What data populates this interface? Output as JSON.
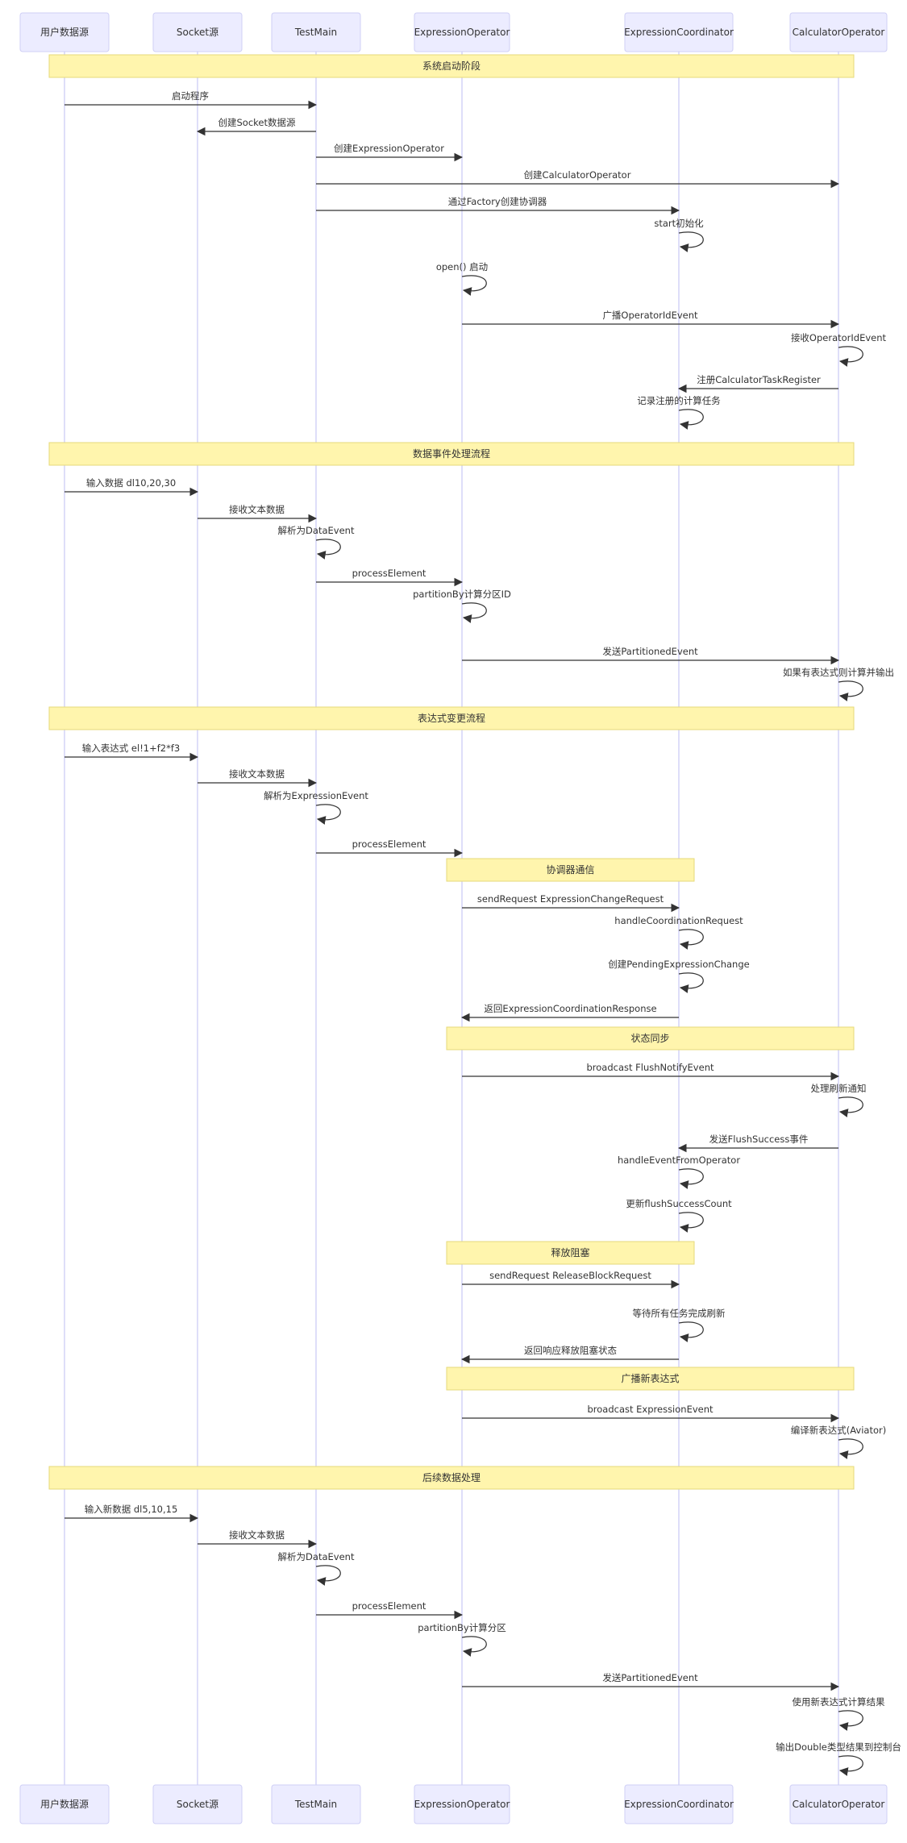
{
  "participants": [
    {
      "id": "user",
      "label": "用户数据源"
    },
    {
      "id": "socket",
      "label": "Socket源"
    },
    {
      "id": "testmain",
      "label": "TestMain"
    },
    {
      "id": "exprop",
      "label": "ExpressionOperator"
    },
    {
      "id": "coord",
      "label": "ExpressionCoordinator"
    },
    {
      "id": "calc",
      "label": "CalculatorOperator"
    }
  ],
  "steps": [
    {
      "kind": "note",
      "span": "all",
      "text": "系统启动阶段"
    },
    {
      "kind": "msg",
      "from": "user",
      "to": "testmain",
      "text": "启动程序"
    },
    {
      "kind": "msg",
      "from": "testmain",
      "to": "socket",
      "text": "创建Socket数据源"
    },
    {
      "kind": "msg",
      "from": "testmain",
      "to": "exprop",
      "text": "创建ExpressionOperator"
    },
    {
      "kind": "msg",
      "from": "testmain",
      "to": "calc",
      "text": "创建CalculatorOperator"
    },
    {
      "kind": "msg",
      "from": "testmain",
      "to": "coord",
      "text": "通过Factory创建协调器"
    },
    {
      "kind": "self",
      "at": "coord",
      "text": "start初始化"
    },
    {
      "kind": "self",
      "at": "exprop",
      "text": "open() 启动"
    },
    {
      "kind": "msg",
      "from": "exprop",
      "to": "calc",
      "text": "广播OperatorIdEvent"
    },
    {
      "kind": "self",
      "at": "calc",
      "text": "接收OperatorIdEvent"
    },
    {
      "kind": "msg",
      "from": "calc",
      "to": "coord",
      "text": "注册CalculatorTaskRegister"
    },
    {
      "kind": "self",
      "at": "coord",
      "text": "记录注册的计算任务"
    },
    {
      "kind": "note",
      "span": "all",
      "text": "数据事件处理流程"
    },
    {
      "kind": "msg",
      "from": "user",
      "to": "socket",
      "text": "输入数据 dl10,20,30"
    },
    {
      "kind": "msg",
      "from": "socket",
      "to": "testmain",
      "text": "接收文本数据"
    },
    {
      "kind": "self",
      "at": "testmain",
      "text": "解析为DataEvent"
    },
    {
      "kind": "msg",
      "from": "testmain",
      "to": "exprop",
      "text": "processElement"
    },
    {
      "kind": "self",
      "at": "exprop",
      "text": "partitionBy计算分区ID"
    },
    {
      "kind": "msg",
      "from": "exprop",
      "to": "calc",
      "text": "发送PartitionedEvent"
    },
    {
      "kind": "self",
      "at": "calc",
      "text": "如果有表达式则计算并输出"
    },
    {
      "kind": "note",
      "span": "all",
      "text": "表达式变更流程"
    },
    {
      "kind": "msg",
      "from": "user",
      "to": "socket",
      "text": "输入表达式 el!1+f2*f3"
    },
    {
      "kind": "msg",
      "from": "socket",
      "to": "testmain",
      "text": "接收文本数据"
    },
    {
      "kind": "self",
      "at": "testmain",
      "text": "解析为ExpressionEvent"
    },
    {
      "kind": "msg",
      "from": "testmain",
      "to": "exprop",
      "text": "processElement"
    },
    {
      "kind": "note",
      "span": "exprop-coord",
      "text": "协调器通信"
    },
    {
      "kind": "msg",
      "from": "exprop",
      "to": "coord",
      "text": "sendRequest ExpressionChangeRequest"
    },
    {
      "kind": "self",
      "at": "coord",
      "text": "handleCoordinationRequest"
    },
    {
      "kind": "self",
      "at": "coord",
      "text": "创建PendingExpressionChange"
    },
    {
      "kind": "msg",
      "from": "coord",
      "to": "exprop",
      "text": "返回ExpressionCoordinationResponse"
    },
    {
      "kind": "note",
      "span": "exprop-calc",
      "text": "状态同步"
    },
    {
      "kind": "msg",
      "from": "exprop",
      "to": "calc",
      "text": "broadcast FlushNotifyEvent"
    },
    {
      "kind": "self",
      "at": "calc",
      "text": "处理刷新通知"
    },
    {
      "kind": "msg",
      "from": "calc",
      "to": "coord",
      "text": "发送FlushSuccess事件"
    },
    {
      "kind": "self",
      "at": "coord",
      "text": "handleEventFromOperator"
    },
    {
      "kind": "self",
      "at": "coord",
      "text": "更新flushSuccessCount"
    },
    {
      "kind": "note",
      "span": "exprop-coord",
      "text": "释放阻塞"
    },
    {
      "kind": "msg",
      "from": "exprop",
      "to": "coord",
      "text": "sendRequest ReleaseBlockRequest"
    },
    {
      "kind": "self",
      "at": "coord",
      "text": "等待所有任务完成刷新"
    },
    {
      "kind": "msg",
      "from": "coord",
      "to": "exprop",
      "text": "返回响应释放阻塞状态"
    },
    {
      "kind": "note",
      "span": "exprop-calc",
      "text": "广播新表达式"
    },
    {
      "kind": "msg",
      "from": "exprop",
      "to": "calc",
      "text": "broadcast ExpressionEvent"
    },
    {
      "kind": "self",
      "at": "calc",
      "text": "编译新表达式(Aviator)"
    },
    {
      "kind": "note",
      "span": "all",
      "text": "后续数据处理"
    },
    {
      "kind": "msg",
      "from": "user",
      "to": "socket",
      "text": "输入新数据 dl5,10,15"
    },
    {
      "kind": "msg",
      "from": "socket",
      "to": "testmain",
      "text": "接收文本数据"
    },
    {
      "kind": "self",
      "at": "testmain",
      "text": "解析为DataEvent"
    },
    {
      "kind": "msg",
      "from": "testmain",
      "to": "exprop",
      "text": "processElement"
    },
    {
      "kind": "self",
      "at": "exprop",
      "text": "partitionBy计算分区"
    },
    {
      "kind": "msg",
      "from": "exprop",
      "to": "calc",
      "text": "发送PartitionedEvent"
    },
    {
      "kind": "self",
      "at": "calc",
      "text": "使用新表达式计算结果"
    },
    {
      "kind": "self",
      "at": "calc",
      "text": "输出Double类型结果到控制台"
    }
  ],
  "colors": {
    "actor_fill": "#ececff",
    "actor_stroke": "#cfcff5",
    "lifeline": "#d4d4f7",
    "note_fill": "#fff5ad",
    "note_stroke": "#e6d97a",
    "text": "#333333",
    "arrow": "#333333"
  }
}
